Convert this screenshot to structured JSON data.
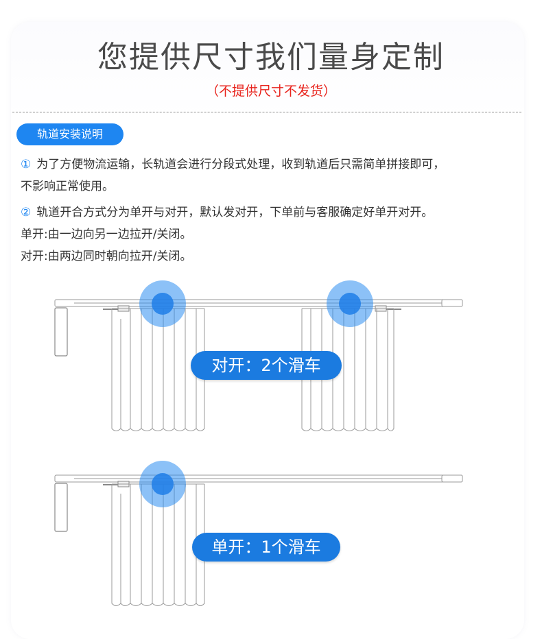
{
  "header": {
    "title": "您提供尺寸我们量身定制",
    "subtitle": "（不提供尺寸不发货）"
  },
  "section": {
    "label": "轨道安装说明",
    "items": [
      {
        "num": "①",
        "lines": [
          "为了方便物流运输，长轨道会进行分段式处理，收到轨道后只需简单拼接即可，",
          "不影响正常使用。"
        ]
      },
      {
        "num": "②",
        "lines": [
          "轨道开合方式分为单开与对开，默认发对开，下单前与客服确定好单开对开。",
          "单开:由一边向另一边拉开/关闭。",
          "对开:由两边同时朝向拉开/关闭。"
        ]
      }
    ]
  },
  "diagrams": {
    "double": {
      "label": "对开：2个滑车",
      "pulleys": 2
    },
    "single": {
      "label": "单开：1个滑车",
      "pulleys": 1
    }
  },
  "colors": {
    "accent": "#1e86f1",
    "warning": "#e8231c",
    "text": "#333333",
    "title": "#4a4a4a"
  }
}
